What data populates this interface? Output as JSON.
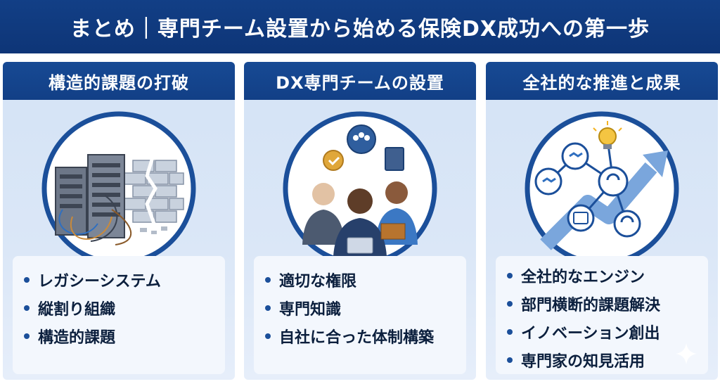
{
  "header": {
    "title": "まとめ｜専門チーム設置から始める保険DX成功への第一歩"
  },
  "panels": [
    {
      "title": "構造的課題の打破",
      "items": [
        "レガシーシステム",
        "縦割り組織",
        "構造的課題"
      ],
      "icon": "server-brick-wall-icon"
    },
    {
      "title": "DX専門チームの設置",
      "items": [
        "適切な権限",
        "専門知識",
        "自社に合った体制構築"
      ],
      "icon": "team-people-icon"
    },
    {
      "title": "全社的な推進と成果",
      "items": [
        "全社的なエンジン",
        "部門横断的課題解決",
        "イノベーション創出",
        "専門家の知見活用"
      ],
      "icon": "growth-network-icon"
    }
  ],
  "colors": {
    "navy": "#123f86",
    "panel_bg": "#d4e3f6",
    "list_bg": "#f3f7fd",
    "accent_blue": "#2f6fc0"
  }
}
